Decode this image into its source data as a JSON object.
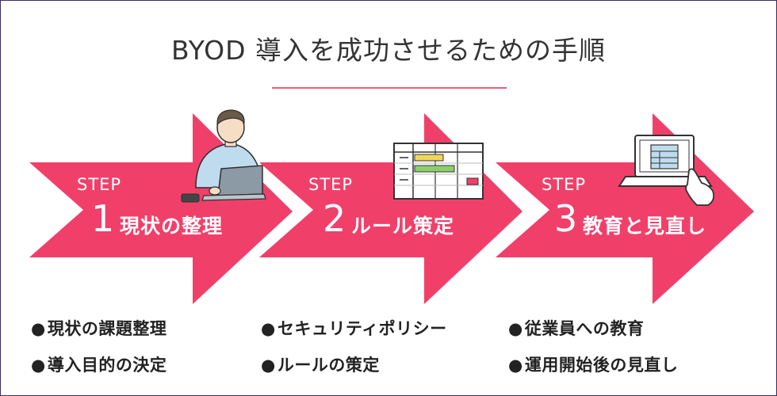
{
  "title": "BYOD 導入を成功させるための手順",
  "colors": {
    "accent": "#f0406a",
    "divider": "#f05a78",
    "text": "#222222",
    "border": "#3c2a6e"
  },
  "steps": [
    {
      "label": "STEP",
      "number": "1",
      "name": "現状の整理",
      "icon": "person-with-laptop-icon",
      "bullets": [
        "現状の課題整理",
        "導入目的の決定"
      ]
    },
    {
      "label": "STEP",
      "number": "2",
      "name": "ルール策定",
      "icon": "schedule-chart-icon",
      "bullets": [
        "セキュリティポリシー",
        "ルールの策定"
      ]
    },
    {
      "label": "STEP",
      "number": "3",
      "name": "教育と見直し",
      "icon": "laptop-touch-icon",
      "bullets": [
        "従業員への教育",
        "運用開始後の見直し"
      ]
    }
  ],
  "bullet_marker": "●"
}
